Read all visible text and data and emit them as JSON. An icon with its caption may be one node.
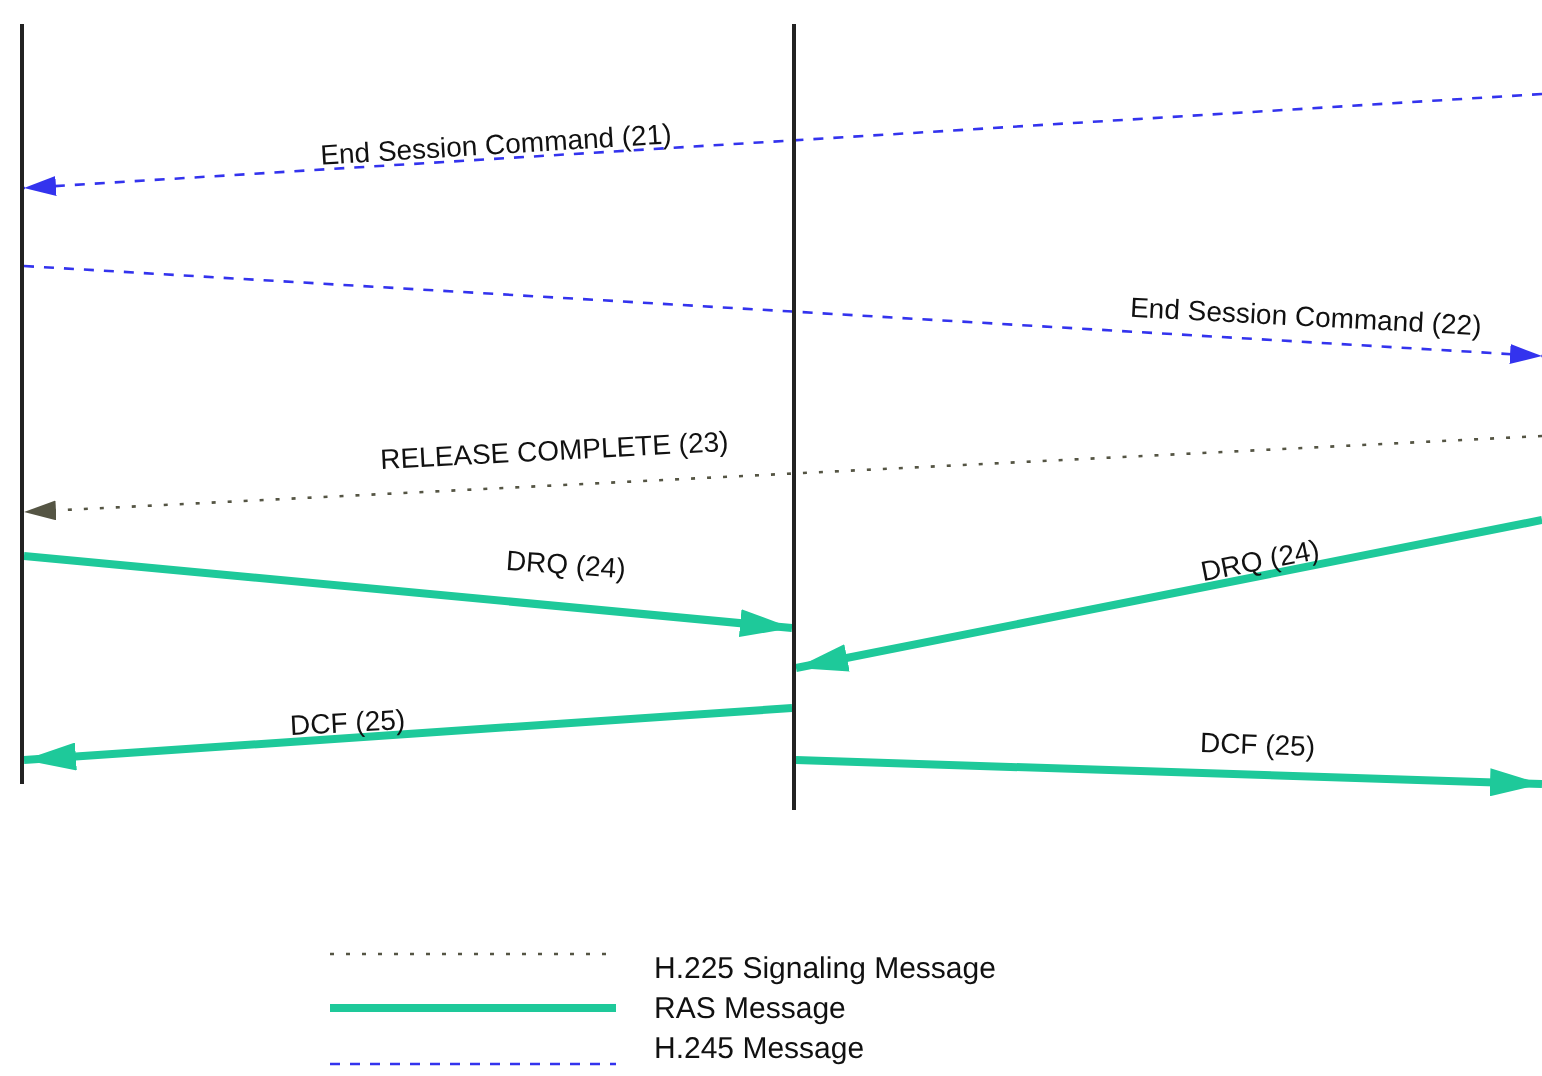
{
  "diagram": {
    "nodes": [
      {
        "text": [],
        "shape": "line"
      },
      {
        "text": [],
        "shape": "line"
      }
    ],
    "edges": [
      {
        "from": null,
        "to": 0,
        "arrow": "to",
        "label": "End Session Command (21)",
        "style": "dashed",
        "color": "#3333ee"
      },
      {
        "from": 0,
        "to": null,
        "arrow": "to",
        "label": "End Session Command (22)",
        "style": "dashed",
        "color": "#3333ee"
      },
      {
        "from": null,
        "to": 0,
        "arrow": "to",
        "label": "RELEASE COMPLETE (23)",
        "style": "dashed",
        "color": "#555544"
      },
      {
        "from": 0,
        "to": 1,
        "arrow": "to",
        "label": "DRQ (24)"
      },
      {
        "from": null,
        "to": 1,
        "arrow": "to",
        "label": "DRQ (24)"
      },
      {
        "from": 1,
        "to": 0,
        "arrow": "to",
        "label": "DCF (25)"
      },
      {
        "from": 1,
        "to": null,
        "arrow": "to",
        "label": "DCF (25)"
      }
    ],
    "legend": [
      {
        "text": "H.225 Signaling Message"
      },
      {
        "text": "RAS Message"
      },
      {
        "text": "H.245 Message"
      }
    ]
  }
}
